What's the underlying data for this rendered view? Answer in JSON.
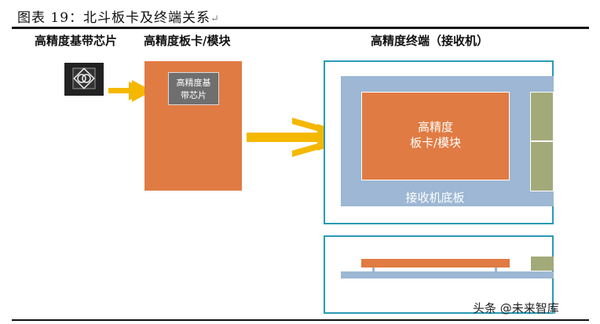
{
  "title": "图表 19：北斗板卡及终端关系",
  "return_mark": "↵",
  "headings": {
    "chip": "高精度基带芯片",
    "board": "高精度板卡/模块",
    "terminal": "高精度终端（接收机）"
  },
  "board_chip_label_line1": "高精度基",
  "board_chip_label_line2": "带芯片",
  "module_label_line1": "高精度",
  "module_label_line2": "板卡/模块",
  "baseplate_label": "接收机底板",
  "watermark": "头条 @未来智库",
  "colors": {
    "orange": "#e07b43",
    "gray_blue": "#9db7d4",
    "teal_border": "#2a9bb5",
    "olive": "#a3aa79",
    "arrow": "#f5b800"
  }
}
